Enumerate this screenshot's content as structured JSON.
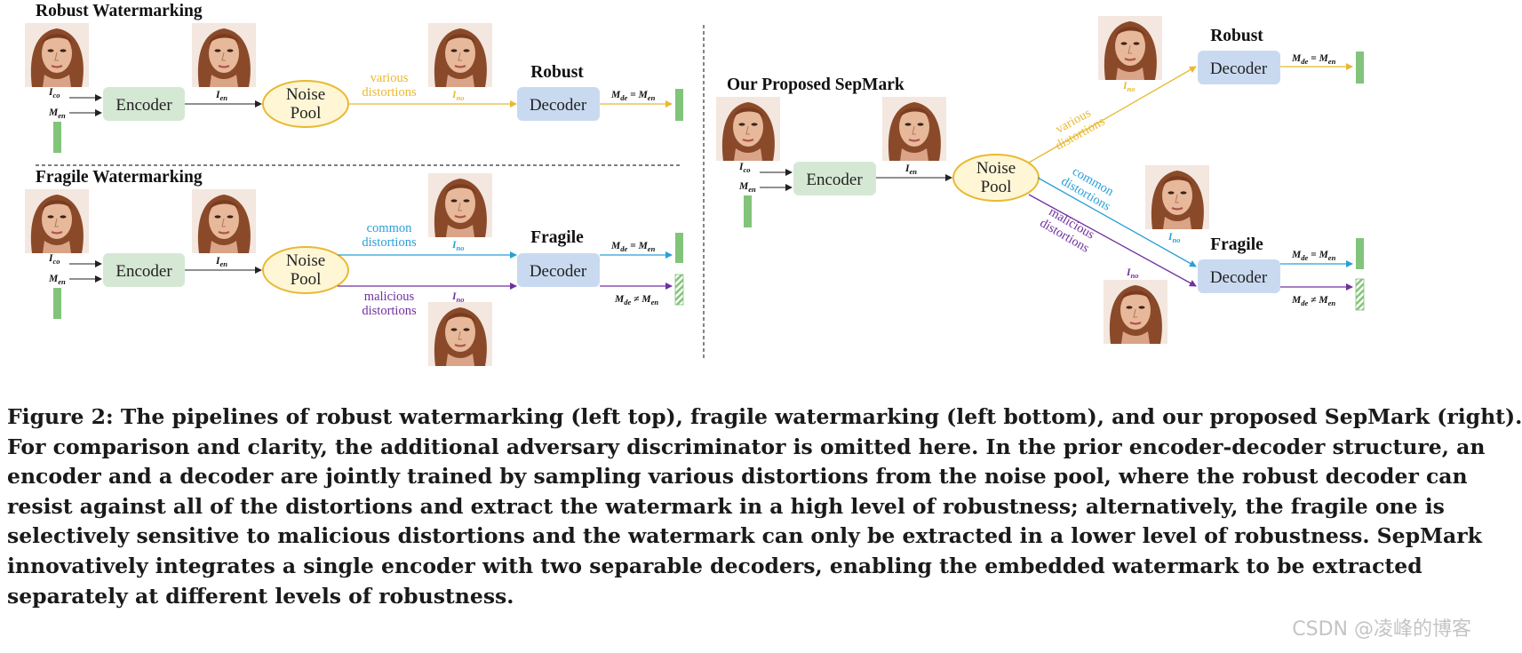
{
  "figure": {
    "left_top": {
      "title": "Robust Watermarking",
      "encoder": "Encoder",
      "pool": [
        "Noise",
        "Pool"
      ],
      "distortion": [
        "various",
        "distortions"
      ],
      "decoder_title": "Robust",
      "decoder": "Decoder",
      "inputs": [
        "I",
        "co",
        "M",
        "en"
      ],
      "i_en": "en",
      "i_no": "no",
      "output": "M_de = M_en"
    },
    "left_bottom": {
      "title": "Fragile Watermarking",
      "encoder": "Encoder",
      "pool": [
        "Noise",
        "Pool"
      ],
      "dist_common": [
        "common",
        "distortions"
      ],
      "dist_malicious": [
        "malicious",
        "distortions"
      ],
      "decoder_title": "Fragile",
      "decoder": "Decoder",
      "output_eq": "M_de = M_en",
      "output_neq": "M_de ≠ M_en"
    },
    "right": {
      "title": "Our Proposed SepMark",
      "encoder": "Encoder",
      "pool": [
        "Noise",
        "Pool"
      ],
      "dist_various": [
        "various",
        "distortions"
      ],
      "dist_common": [
        "common",
        "distortions"
      ],
      "dist_malicious": [
        "malicious",
        "distortions"
      ],
      "robust_title": "Robust",
      "fragile_title": "Fragile",
      "decoder": "Decoder",
      "output_eq": "M_de = M_en",
      "output_neq": "M_de ≠ M_en"
    },
    "colors": {
      "encoder": "#d5e8d4",
      "decoder": "#c9daf0",
      "pool_fill": "#fff6d6",
      "pool_stroke": "#e8b931",
      "various": "#e8b931",
      "common": "#2a9fd6",
      "malicious": "#7030a0",
      "watermark": "#82c47a"
    }
  },
  "caption_lines": [
    "Figure 2: The pipelines of robust watermarking (left top), fragile watermarking (left bottom), and our proposed SepMark (right).",
    "For comparison and clarity, the additional adversary discriminator is omitted here. In the prior encoder-decoder structure, an",
    "encoder and a decoder are jointly trained by sampling various distortions from the noise pool, where the robust decoder can",
    "resist against all of the distortions and extract the watermark in a high level of robustness; alternatively, the fragile one is",
    "selectively sensitive to malicious distortions and the watermark can only be extracted in a lower level of robustness. SepMark",
    "innovatively integrates a single encoder with two separable decoders, enabling the embedded watermark to be extracted",
    "separately at different levels of robustness."
  ],
  "source_watermark": "CSDN @凌峰的博客"
}
